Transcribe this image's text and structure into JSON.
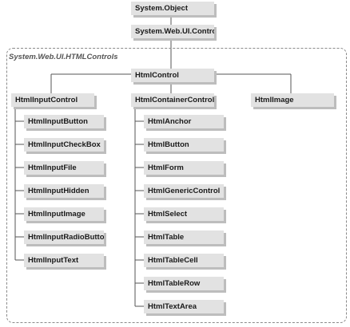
{
  "group_label": "System.Web.UI.HTMLControls",
  "nodes": {
    "system_object": "System.Object",
    "system_web_ui_control": "System.Web.UI.Control",
    "html_control": "HtmlControl",
    "html_input_control": "HtmlInputControl",
    "html_container_control": "HtmlContainerControl",
    "html_image": "HtmlImage",
    "input_children": [
      "HtmlInputButton",
      "HtmlInputCheckBox",
      "HtmlInputFile",
      "HtmlInputHidden",
      "HtmlInputImage",
      "HtmlInputRadioButton",
      "HtmlInputText"
    ],
    "container_children": [
      "HtmlAnchor",
      "HtmlButton",
      "HtmlForm",
      "HtmlGenericControl",
      "HtmlSelect",
      "HtmlTable",
      "HtmlTableCell",
      "HtmlTableRow",
      "HtmlTextArea"
    ]
  }
}
